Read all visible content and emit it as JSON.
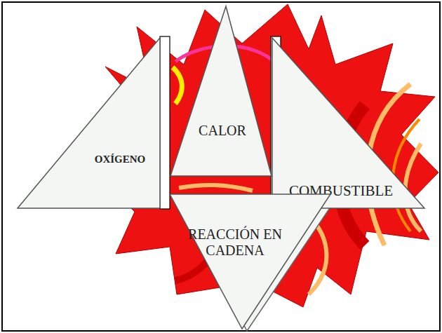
{
  "diagram": {
    "nodes": [
      {
        "text": [
          "CALOR"
        ]
      },
      {
        "text": [
          "OXÍGENO"
        ]
      },
      {
        "text": [
          "COMBUSTIBLE"
        ]
      },
      {
        "text": [
          "REACCIÓN EN CADENA"
        ]
      }
    ]
  }
}
